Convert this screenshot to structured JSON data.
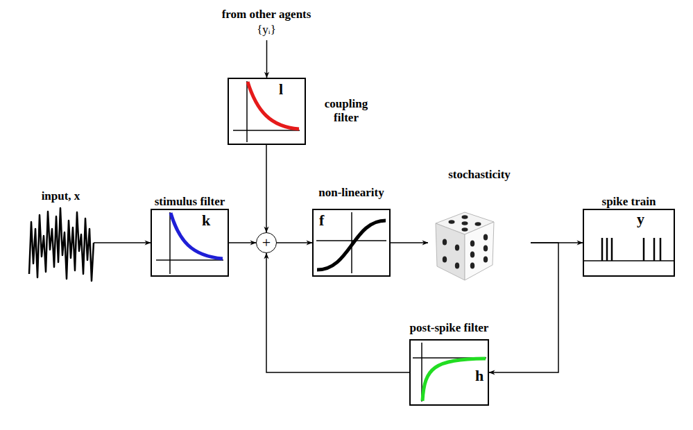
{
  "diagram": {
    "nodes": [
      {
        "text": [
          "input, x"
        ]
      },
      {
        "text": [
          "from other agents",
          "{yᵢ}"
        ]
      },
      {
        "text": [
          "l",
          "coupling filter"
        ]
      },
      {
        "text": [
          "stimulus filter",
          "k"
        ]
      },
      {
        "text": [
          "+"
        ]
      },
      {
        "text": [
          "non-linearity",
          "f"
        ]
      },
      {
        "text": [
          "stochasticity"
        ]
      },
      {
        "text": [
          "spike train",
          "y"
        ]
      },
      {
        "text": [
          "post-spike filter",
          "h"
        ]
      }
    ],
    "edges": [
      {
        "from": 0,
        "to": 3,
        "arrow": "to"
      },
      {
        "from": 1,
        "to": 2,
        "arrow": "to"
      },
      {
        "from": 2,
        "to": 4,
        "arrow": "to"
      },
      {
        "from": 3,
        "to": 4,
        "arrow": "to"
      },
      {
        "from": 4,
        "to": 5,
        "arrow": "to"
      },
      {
        "from": 5,
        "to": 6,
        "arrow": "to"
      },
      {
        "from": 6,
        "to": 7,
        "arrow": "to"
      },
      {
        "from": 6,
        "to": 8,
        "arrow": "to"
      },
      {
        "from": 8,
        "to": 4,
        "arrow": "to"
      }
    ]
  }
}
